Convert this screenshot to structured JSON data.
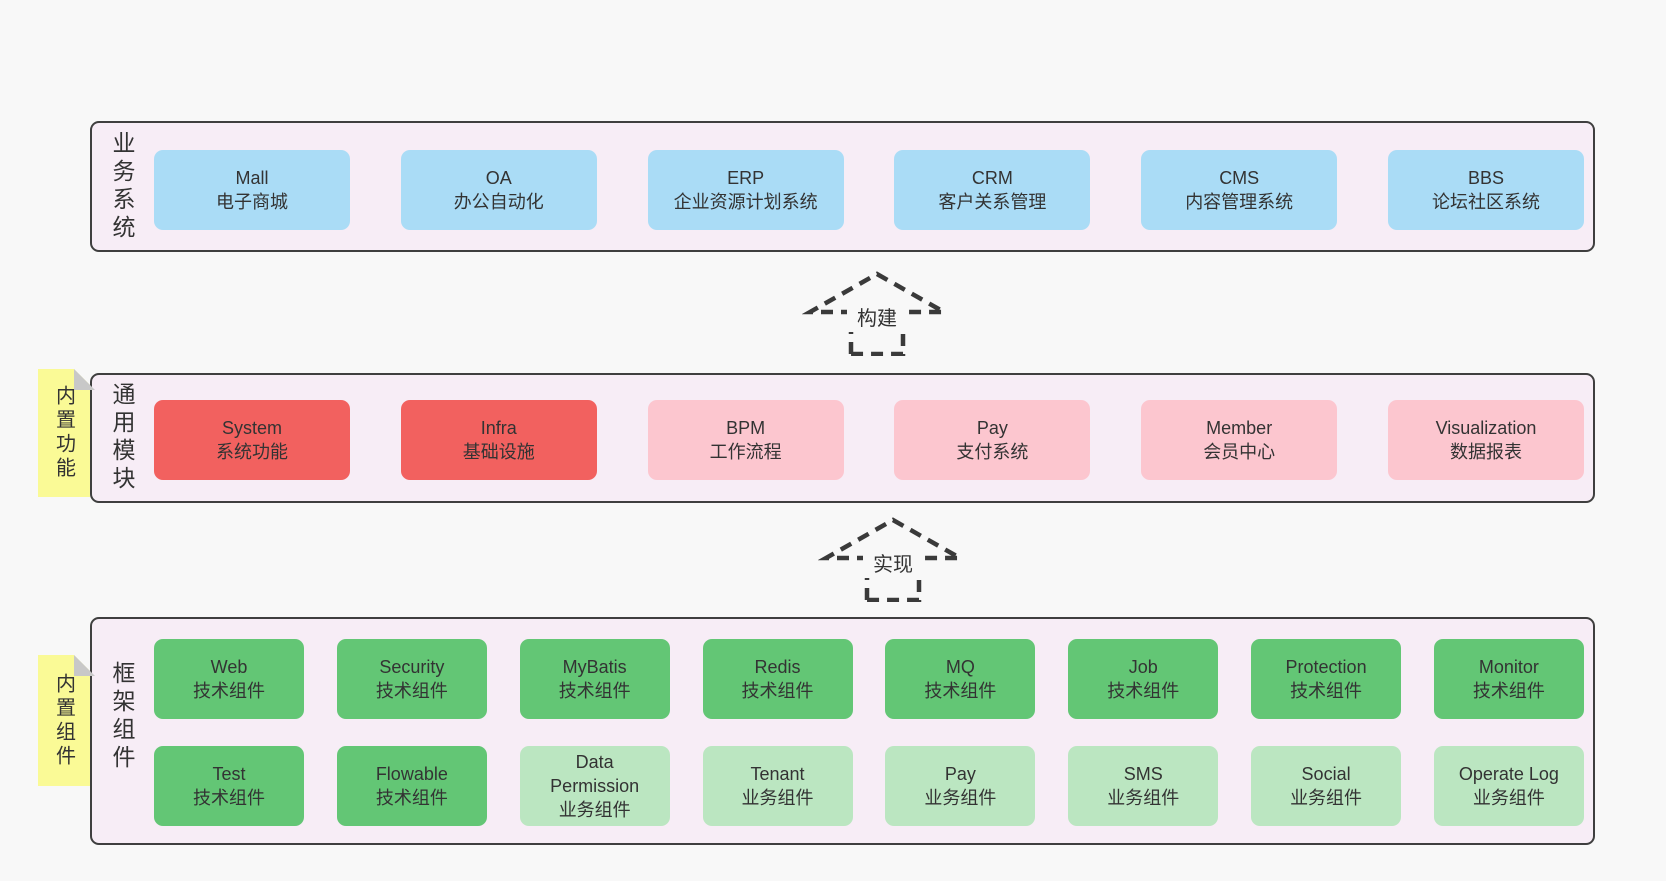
{
  "colors": {
    "page_bg": "#f8f8f8",
    "band_bg": "#f7edf6",
    "band_border": "#3f3f3f",
    "blue_box": "#aadcf6",
    "red_box": "#f2615f",
    "pink_box": "#fcc6cf",
    "green_box": "#63c675",
    "light_green_box": "#bbe6c1",
    "note_yellow": "#fafa96",
    "note_fold_gray": "#c8c8c8",
    "text": "#333333"
  },
  "arrows": [
    {
      "label": "构建"
    },
    {
      "label": "实现"
    }
  ],
  "notes": [
    {
      "label": "内置功能"
    },
    {
      "label": "内置组件"
    }
  ],
  "bands": [
    {
      "label": "业务系统",
      "boxes": [
        {
          "title": "Mall",
          "subtitle": "电子商城"
        },
        {
          "title": "OA",
          "subtitle": "办公自动化"
        },
        {
          "title": "ERP",
          "subtitle": "企业资源计划系统"
        },
        {
          "title": "CRM",
          "subtitle": "客户关系管理"
        },
        {
          "title": "CMS",
          "subtitle": "内容管理系统"
        },
        {
          "title": "BBS",
          "subtitle": "论坛社区系统"
        }
      ]
    },
    {
      "label": "通用模块",
      "boxes": [
        {
          "title": "System",
          "subtitle": "系统功能"
        },
        {
          "title": "Infra",
          "subtitle": "基础设施"
        },
        {
          "title": "BPM",
          "subtitle": "工作流程"
        },
        {
          "title": "Pay",
          "subtitle": "支付系统"
        },
        {
          "title": "Member",
          "subtitle": "会员中心"
        },
        {
          "title": "Visualization",
          "subtitle": "数据报表"
        }
      ]
    },
    {
      "label": "框架组件",
      "rows": [
        [
          {
            "title": "Web",
            "subtitle": "技术组件"
          },
          {
            "title": "Security",
            "subtitle": "技术组件"
          },
          {
            "title": "MyBatis",
            "subtitle": "技术组件"
          },
          {
            "title": "Redis",
            "subtitle": "技术组件"
          },
          {
            "title": "MQ",
            "subtitle": "技术组件"
          },
          {
            "title": "Job",
            "subtitle": "技术组件"
          },
          {
            "title": "Protection",
            "subtitle": "技术组件"
          },
          {
            "title": "Monitor",
            "subtitle": "技术组件"
          }
        ],
        [
          {
            "title": "Test",
            "subtitle": "技术组件"
          },
          {
            "title": "Flowable",
            "subtitle": "技术组件"
          },
          {
            "title": "Data Permission",
            "subtitle": "业务组件"
          },
          {
            "title": "Tenant",
            "subtitle": "业务组件"
          },
          {
            "title": "Pay",
            "subtitle": "业务组件"
          },
          {
            "title": "SMS",
            "subtitle": "业务组件"
          },
          {
            "title": "Social",
            "subtitle": "业务组件"
          },
          {
            "title": "Operate Log",
            "subtitle": "业务组件"
          }
        ]
      ]
    }
  ]
}
